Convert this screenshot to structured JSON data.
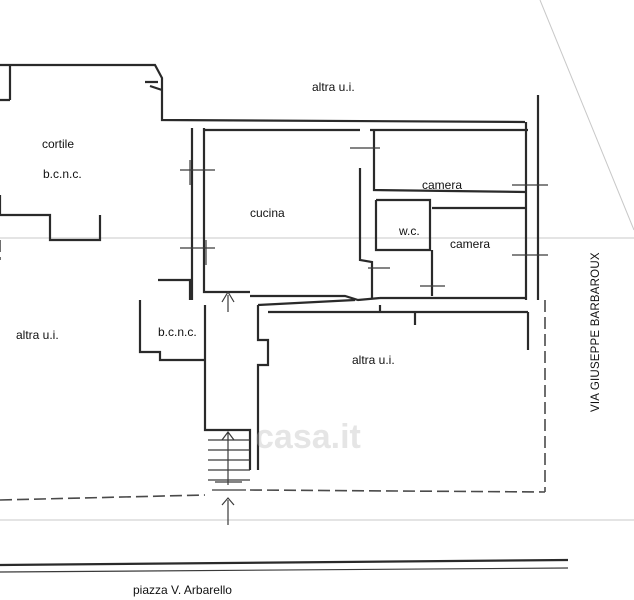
{
  "labels": {
    "altra_top": "altra u.i.",
    "cortile": "cortile",
    "bcnc_top": "b.c.n.c.",
    "cucina": "cucina",
    "camera_1": "camera",
    "wc": "w.c.",
    "camera_2": "camera",
    "altra_left": "altra u.i.",
    "bcnc_mid": "b.c.n.c.",
    "altra_right": "altra u.i.",
    "street_right": "VIA GIUSEPPE BARBAROUX",
    "street_bottom": "piazza V. Arbarello"
  },
  "watermark": "casa.it",
  "colors": {
    "ink": "#2a2a2a",
    "background": "#ffffff"
  }
}
